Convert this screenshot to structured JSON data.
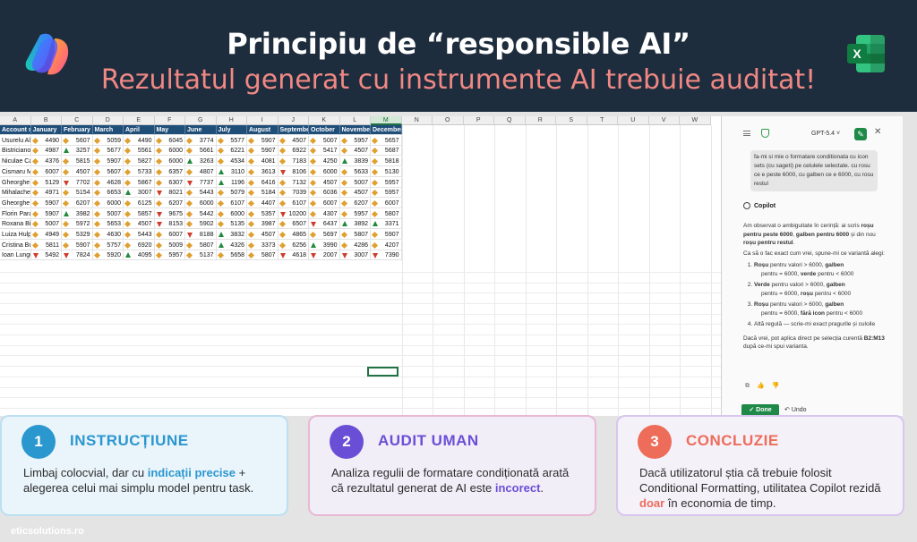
{
  "header": {
    "title": "Principiu de “responsible AI”",
    "subtitle": "Rezultatul generat cu instrumente AI trebuie auditat!"
  },
  "sheet": {
    "columns": [
      "A",
      "B",
      "C",
      "D",
      "E",
      "F",
      "G",
      "H",
      "I",
      "J",
      "K",
      "L",
      "M",
      "N",
      "O",
      "P",
      "Q",
      "R",
      "S",
      "T",
      "U",
      "V",
      "W"
    ],
    "selected_column": "M",
    "headers": [
      "Account n",
      "January",
      "February",
      "March",
      "April",
      "May",
      "June",
      "July",
      "August",
      "September",
      "October",
      "November",
      "December"
    ],
    "rows": [
      {
        "name": "Usurelu Al",
        "vals": [
          4490,
          5607,
          5059,
          4490,
          6045,
          3774,
          5577,
          5907,
          4507,
          5007,
          5957,
          5657
        ],
        "icons": [
          "yellow",
          "yellow",
          "yellow",
          "yellow",
          "yellow",
          "yellow",
          "yellow",
          "yellow",
          "yellow",
          "yellow",
          "yellow",
          "yellow"
        ]
      },
      {
        "name": "Bistriciano",
        "vals": [
          4987,
          3257,
          5677,
          5561,
          6000,
          5661,
          6221,
          5907,
          6922,
          5417,
          4507,
          5687
        ],
        "icons": [
          "yellow",
          "green",
          "yellow",
          "yellow",
          "yellow",
          "yellow",
          "yellow",
          "yellow",
          "yellow",
          "yellow",
          "yellow",
          "yellow"
        ]
      },
      {
        "name": "Niculae Ca",
        "vals": [
          4376,
          5815,
          5907,
          5827,
          6000,
          3263,
          4534,
          4081,
          7183,
          4250,
          3839,
          5818
        ],
        "icons": [
          "yellow",
          "yellow",
          "yellow",
          "yellow",
          "yellow",
          "green",
          "yellow",
          "yellow",
          "yellow",
          "yellow",
          "green",
          "yellow"
        ]
      },
      {
        "name": "Cismaru M",
        "vals": [
          6007,
          4507,
          5607,
          5733,
          6357,
          4807,
          3110,
          3613,
          8106,
          6000,
          5633,
          5130
        ],
        "icons": [
          "yellow",
          "yellow",
          "yellow",
          "yellow",
          "yellow",
          "yellow",
          "green",
          "yellow",
          "red",
          "yellow",
          "yellow",
          "yellow"
        ]
      },
      {
        "name": "Gheorghe",
        "vals": [
          5129,
          7702,
          4628,
          5867,
          6307,
          7737,
          1196,
          6416,
          7132,
          4507,
          5007,
          5957
        ],
        "icons": [
          "yellow",
          "red",
          "yellow",
          "yellow",
          "yellow",
          "red",
          "green",
          "yellow",
          "yellow",
          "yellow",
          "yellow",
          "yellow"
        ]
      },
      {
        "name": "Mihalache",
        "vals": [
          4971,
          5154,
          6653,
          3007,
          8021,
          5443,
          5079,
          5184,
          7039,
          6036,
          4507,
          5957
        ],
        "icons": [
          "yellow",
          "yellow",
          "yellow",
          "green",
          "red",
          "yellow",
          "yellow",
          "yellow",
          "yellow",
          "yellow",
          "yellow",
          "yellow"
        ]
      },
      {
        "name": "Gheorghe",
        "vals": [
          5907,
          6207,
          6000,
          6125,
          6207,
          6000,
          6107,
          4407,
          6107,
          6007,
          6207,
          6007
        ],
        "icons": [
          "yellow",
          "yellow",
          "yellow",
          "yellow",
          "yellow",
          "yellow",
          "yellow",
          "yellow",
          "yellow",
          "yellow",
          "yellow",
          "yellow"
        ]
      },
      {
        "name": "Florin Para",
        "vals": [
          5907,
          3982,
          5007,
          5857,
          9675,
          5442,
          6000,
          5357,
          10200,
          4307,
          5957,
          5807
        ],
        "icons": [
          "yellow",
          "green",
          "yellow",
          "yellow",
          "red",
          "yellow",
          "yellow",
          "yellow",
          "red",
          "yellow",
          "yellow",
          "yellow"
        ]
      },
      {
        "name": "Roxana Bi",
        "vals": [
          5007,
          5972,
          5653,
          4507,
          8153,
          5902,
          5135,
          3987,
          6507,
          6437,
          3892,
          3371
        ],
        "icons": [
          "yellow",
          "yellow",
          "yellow",
          "yellow",
          "red",
          "yellow",
          "yellow",
          "yellow",
          "yellow",
          "red",
          "green",
          "green"
        ]
      },
      {
        "name": "Luiza Hulp",
        "vals": [
          4949,
          5329,
          4630,
          5443,
          6007,
          8188,
          3832,
          4507,
          4865,
          5697,
          5807,
          5907
        ],
        "icons": [
          "yellow",
          "yellow",
          "yellow",
          "yellow",
          "yellow",
          "red",
          "green",
          "yellow",
          "yellow",
          "yellow",
          "yellow",
          "yellow"
        ]
      },
      {
        "name": "Cristina Bu",
        "vals": [
          5811,
          5907,
          5757,
          6920,
          5009,
          5807,
          4326,
          3373,
          6256,
          3990,
          4286,
          4207
        ],
        "icons": [
          "yellow",
          "yellow",
          "yellow",
          "yellow",
          "yellow",
          "yellow",
          "green",
          "yellow",
          "yellow",
          "green",
          "yellow",
          "yellow"
        ]
      },
      {
        "name": "Ioan Lungu",
        "vals": [
          5492,
          7824,
          5920,
          4095,
          5957,
          5137,
          5658,
          5807,
          4618,
          2007,
          3007,
          7390
        ],
        "icons": [
          "red",
          "red",
          "yellow",
          "green",
          "yellow",
          "yellow",
          "yellow",
          "yellow",
          "red",
          "red",
          "red",
          "red"
        ]
      }
    ]
  },
  "panel": {
    "model": "GPT-5.4",
    "user_msg": "fa-mi si mie o formatare conditionata cu icon sets (cu sageti) pe celulele selectate. cu rosu ce e peste 6000, cu galben ce e 6000, cu rosu restul",
    "copilot_label": "Copilot",
    "resp_p1_a": "Am observat o ambiguitate în cerință: ai scris ",
    "resp_p1_b": "roșu pentru peste 6000",
    "resp_p1_c": ", ",
    "resp_p1_d": "galben pentru 6000",
    "resp_p1_e": " și din nou ",
    "resp_p1_f": "roșu pentru restul",
    "resp_p1_g": ".",
    "resp_p2": "Ca să o fac exact cum vrei, spune-mi ce variantă alegi:",
    "opt1_a": "Roșu",
    "opt1_b": " pentru valori > 6000, ",
    "opt1_c": "galben",
    "opt1_d": "pentru = 6000, ",
    "opt1_e": "verde",
    "opt1_f": " pentru < 6000",
    "opt2_a": "Verde",
    "opt2_b": " pentru valori > 6000, ",
    "opt2_c": "galben",
    "opt2_d": "pentru = 6000, ",
    "opt2_e": "roșu",
    "opt2_f": " pentru < 6000",
    "opt3_a": "Roșu",
    "opt3_b": " pentru valori > 6000, ",
    "opt3_c": "galben",
    "opt3_d": "pentru = 6000, ",
    "opt3_e": "fără icon",
    "opt3_f": " pentru < 6000",
    "opt4": "Altă regulă — scrie-mi exact pragurile și culoile",
    "resp_p3_a": "Dacă vrei, pot aplica direct pe selecția curentă ",
    "resp_p3_b": "B2:M13",
    "resp_p3_c": " după ce-mi spui varianta.",
    "done": "Done",
    "undo": "Undo"
  },
  "cards": [
    {
      "num": "1",
      "title": "INSTRUCȚIUNE",
      "b1": "Limbaj colocvial, dar cu ",
      "b2": "indicații precise",
      "b3": " + alegerea celui mai simplu model pentru task."
    },
    {
      "num": "2",
      "title": "AUDIT UMAN",
      "b1": "Analiza regulii de formatare condiționată arată că rezultatul generat de AI este ",
      "b2": "incorect",
      "b3": "."
    },
    {
      "num": "3",
      "title": "CONCLUZIE",
      "b1": "Dacă utilizatorul știa că trebuie folosit Conditional Formatting, utilitatea Copilot rezidă ",
      "b2": "doar",
      "b3": " în economia de timp."
    }
  ],
  "footer": "eticsolutions.ro",
  "colors": {
    "header_bg": "#1e2d3d",
    "subtitle": "#f08884",
    "table_header": "#1f4e79",
    "excel_green": "#217346",
    "blue": "#2b97cf",
    "purple": "#6a4fd6",
    "orange": "#ee6c5a"
  }
}
